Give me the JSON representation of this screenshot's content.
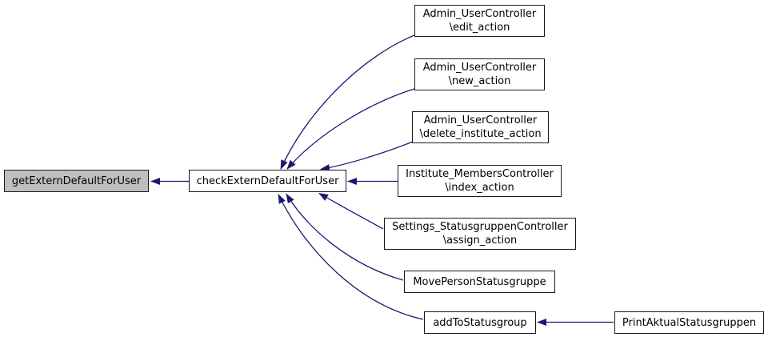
{
  "graph": {
    "kind": "call-graph",
    "colors": {
      "edge": "#191970",
      "node_fill": "#ffffff",
      "highlight_fill": "#bfbfbf",
      "node_border": "#1a1a1a",
      "text": "#000000",
      "background": "#ffffff"
    },
    "nodes": [
      {
        "id": "getExternDefaultForUser",
        "label": "getExternDefaultForUser",
        "highlighted": true
      },
      {
        "id": "checkExternDefaultForUser",
        "label": "checkExternDefaultForUser",
        "highlighted": false
      },
      {
        "id": "admin-user-edit-action",
        "label": "Admin_UserController\n\\edit_action",
        "highlighted": false
      },
      {
        "id": "admin-user-new-action",
        "label": "Admin_UserController\n\\new_action",
        "highlighted": false
      },
      {
        "id": "admin-user-delete-institute",
        "label": "Admin_UserController\n\\delete_institute_action",
        "highlighted": false
      },
      {
        "id": "institute-members-index",
        "label": "Institute_MembersController\n\\index_action",
        "highlighted": false
      },
      {
        "id": "settings-statusgruppen-assign",
        "label": "Settings_StatusgruppenController\n\\assign_action",
        "highlighted": false
      },
      {
        "id": "movePersonStatusgruppe",
        "label": "MovePersonStatusgruppe",
        "highlighted": false
      },
      {
        "id": "addToStatusgroup",
        "label": "addToStatusgroup",
        "highlighted": false
      },
      {
        "id": "printAktualStatusgruppen",
        "label": "PrintAktualStatusgruppen",
        "highlighted": false
      }
    ],
    "edges": [
      {
        "from": "checkExternDefaultForUser",
        "to": "getExternDefaultForUser"
      },
      {
        "from": "Admin_UserController\\edit_action",
        "to": "checkExternDefaultForUser"
      },
      {
        "from": "Admin_UserController\\new_action",
        "to": "checkExternDefaultForUser"
      },
      {
        "from": "Admin_UserController\\delete_institute_action",
        "to": "checkExternDefaultForUser"
      },
      {
        "from": "Institute_MembersController\\index_action",
        "to": "checkExternDefaultForUser"
      },
      {
        "from": "Settings_StatusgruppenController\\assign_action",
        "to": "checkExternDefaultForUser"
      },
      {
        "from": "MovePersonStatusgruppe",
        "to": "checkExternDefaultForUser"
      },
      {
        "from": "addToStatusgroup",
        "to": "checkExternDefaultForUser"
      },
      {
        "from": "PrintAktualStatusgruppen",
        "to": "addToStatusgroup"
      }
    ]
  }
}
